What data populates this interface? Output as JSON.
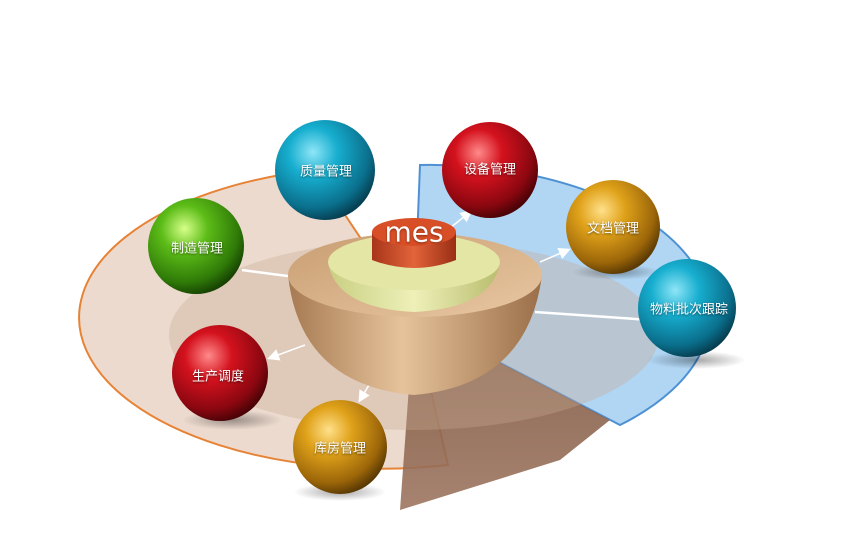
{
  "diagram": {
    "center_label": "mes",
    "modules": [
      {
        "id": "quality",
        "label": "质量管理",
        "color": "teal"
      },
      {
        "id": "equipment",
        "label": "设备管理",
        "color": "red"
      },
      {
        "id": "documents",
        "label": "文档管理",
        "color": "gold"
      },
      {
        "id": "batch",
        "label": "物料批次跟踪",
        "color": "teal"
      },
      {
        "id": "manufacturing",
        "label": "制造管理",
        "color": "green"
      },
      {
        "id": "scheduling",
        "label": "生产调度",
        "color": "red"
      },
      {
        "id": "warehouse",
        "label": "库房管理",
        "color": "gold"
      }
    ],
    "colors": {
      "teal": "#0e9fc0",
      "red": "#c8101c",
      "gold": "#d99a12",
      "green": "#54b416",
      "platform_left": "#e9d3c5",
      "platform_right": "#a9d2f3",
      "platform_edge_left": "#e57d2c",
      "platform_edge_right": "#3b86cf",
      "cylinder": "#cc4a1e"
    }
  }
}
